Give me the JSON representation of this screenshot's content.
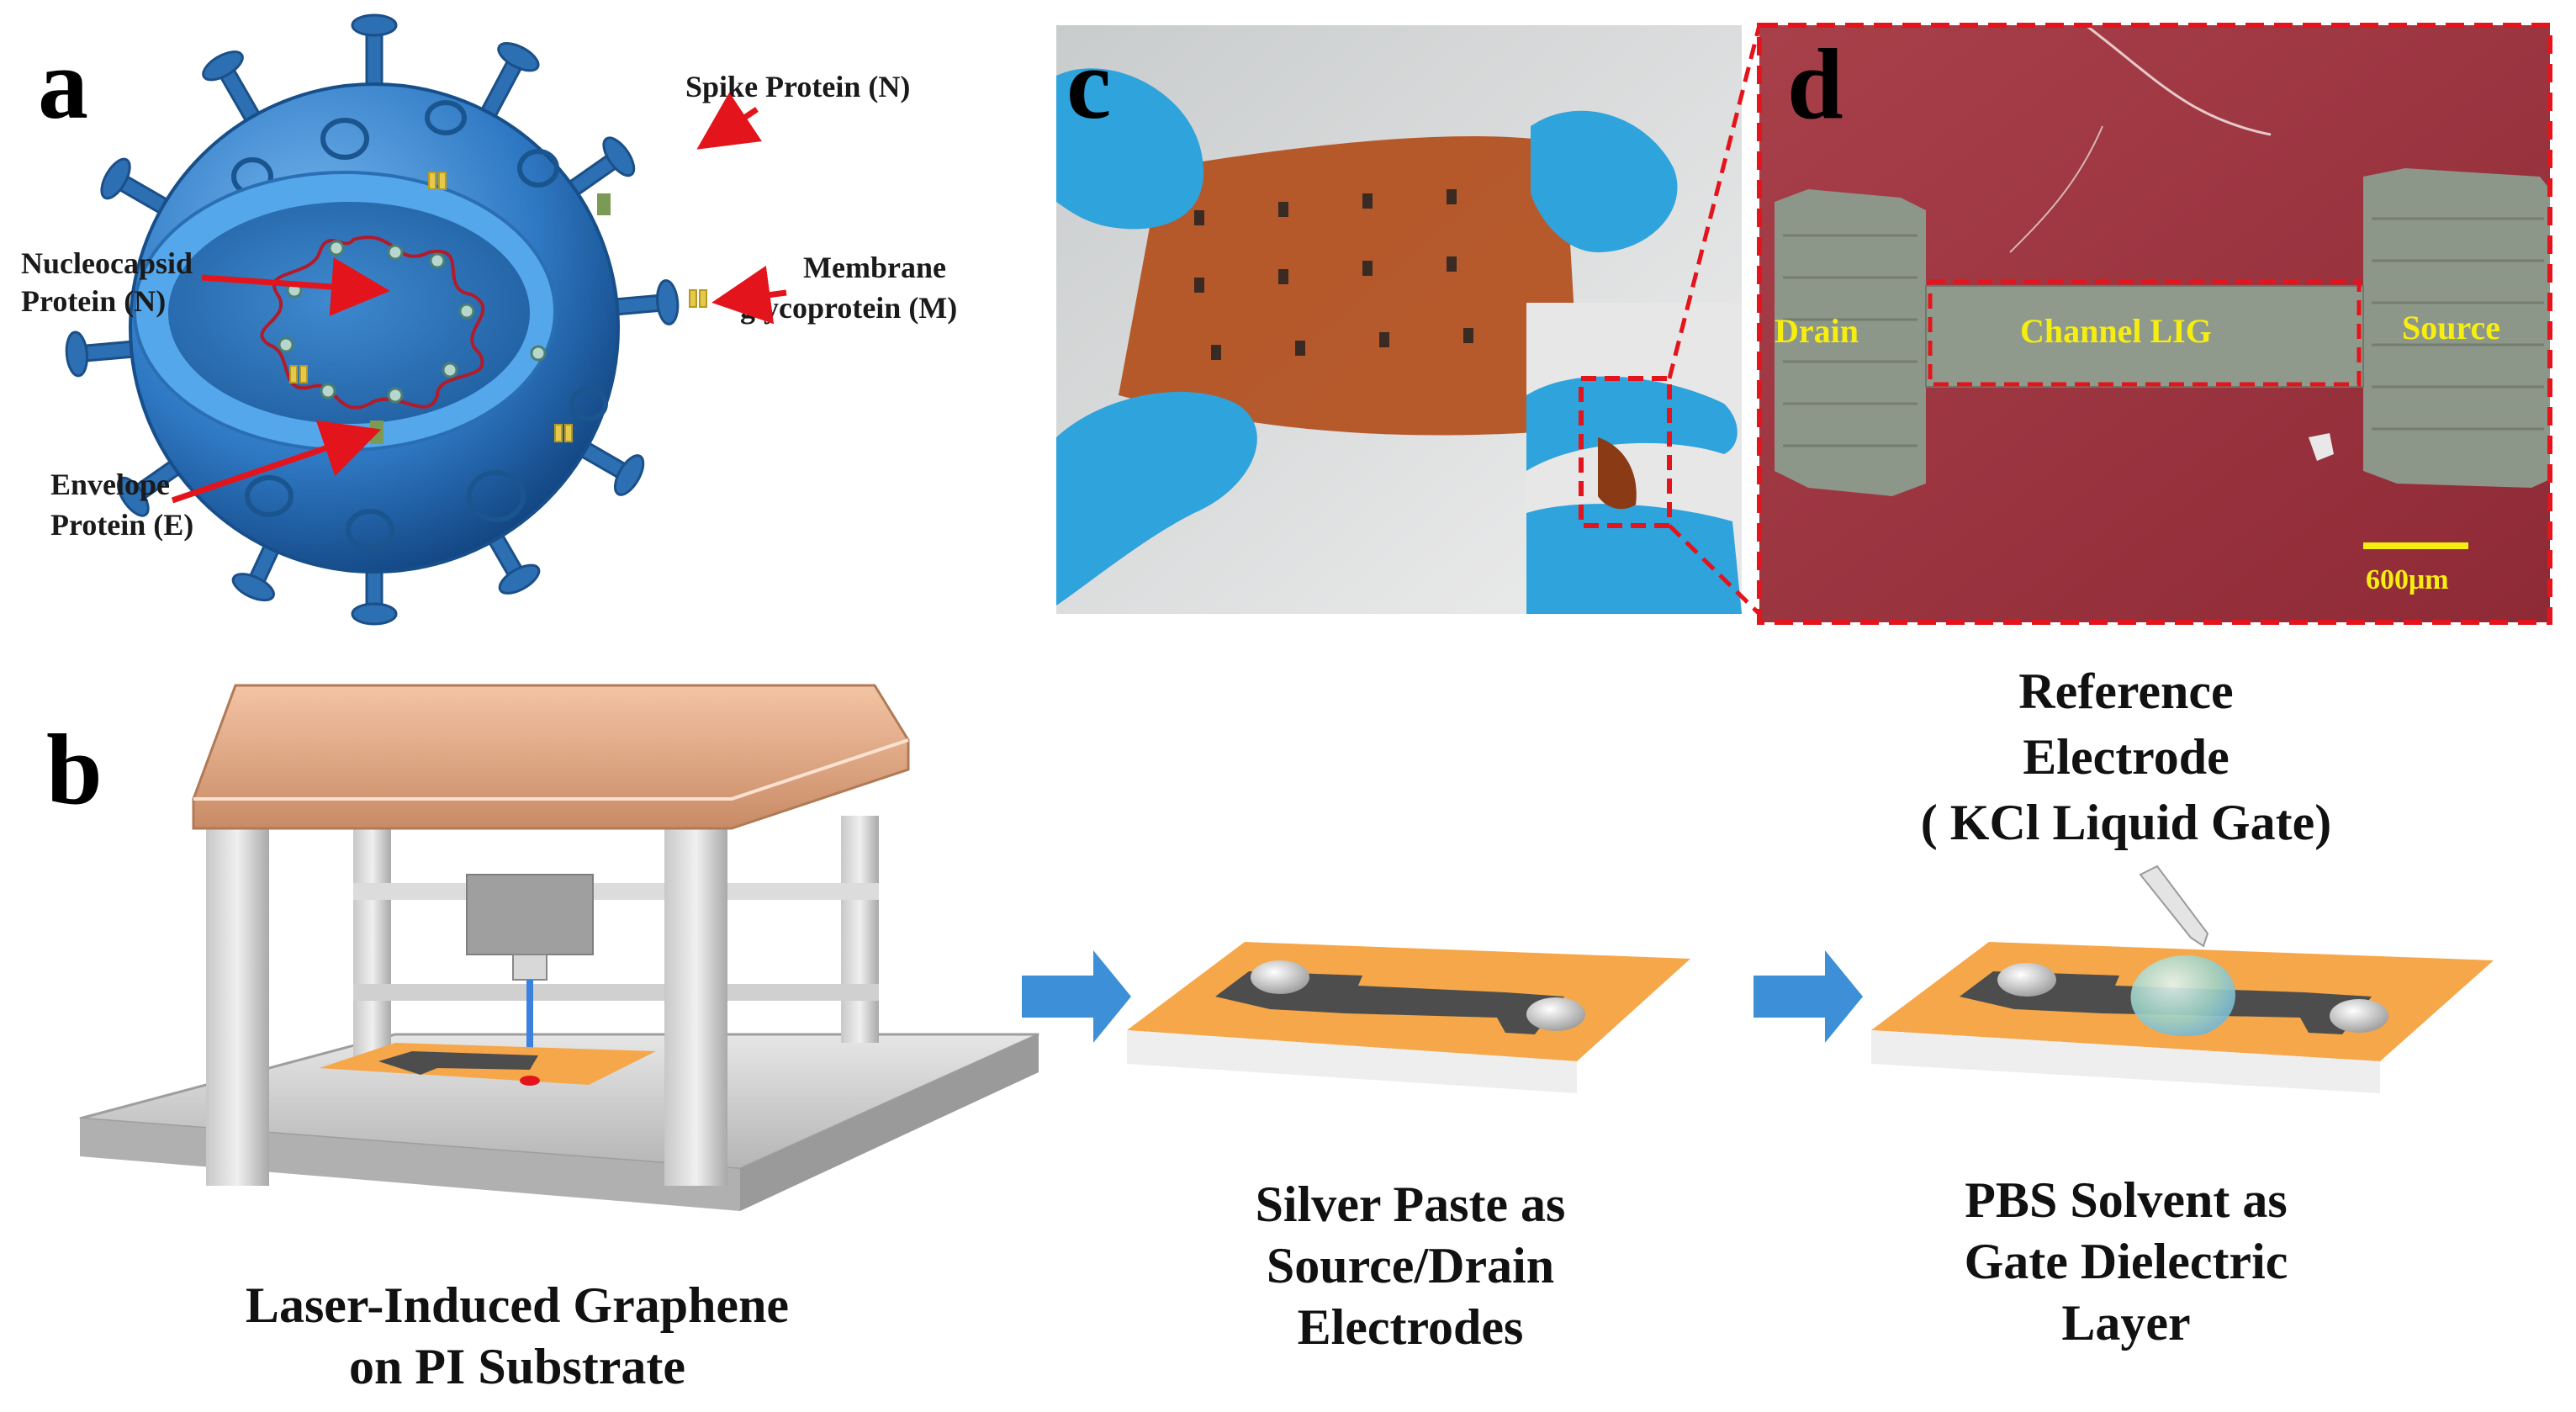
{
  "panels": {
    "a": "a",
    "b": "b",
    "c": "c",
    "d": "d"
  },
  "virus": {
    "spike": "Spike Protein (N)",
    "nucleocapsid_1": "Nucleocapsid",
    "nucleocapsid_2": "Protein (N)",
    "membrane_1": "Membrane",
    "membrane_2": "glycoprotein (M)",
    "envelope_1": "Envelope",
    "envelope_2": "Protein (E)"
  },
  "micrograph": {
    "drain": "Drain",
    "channel": "Channel LIG",
    "source": "Source",
    "scale": "600μm"
  },
  "fabrication": {
    "step1_line1": "Laser-Induced Graphene",
    "step1_line2": "on PI Substrate",
    "step2_line1": "Silver Paste as",
    "step2_line2": "Source/Drain",
    "step2_line3": "Electrodes",
    "step3_line1": "PBS Solvent as",
    "step3_line2": "Gate Dielectric",
    "step3_line3": "Layer",
    "ref_line1": "Reference",
    "ref_line2": "Electrode",
    "ref_line3": "( KCl Liquid Gate)"
  },
  "colors": {
    "virus_blue": "#2f79c4",
    "arrow_red": "#e4141c",
    "pi_orange": "#f5a74a",
    "lig_gray": "#4d4d4d",
    "label_yellow": "#f6ee10",
    "flow_arrow": "#3d8fd8",
    "glove_blue": "#2fa3dc",
    "substrate_red": "#9c2f3a"
  }
}
